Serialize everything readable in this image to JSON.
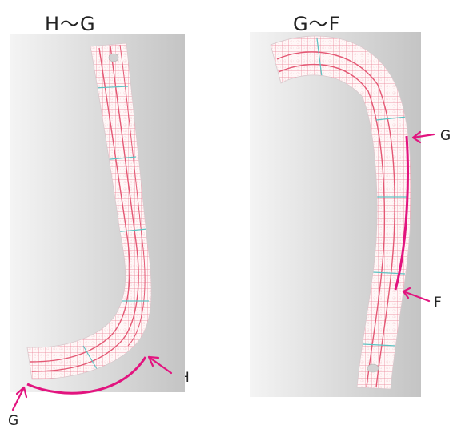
{
  "panels": [
    {
      "title": "H〜G",
      "labels": {
        "start": "H",
        "end": "G"
      }
    },
    {
      "title": "G〜F",
      "labels": {
        "start": "G",
        "end": "F"
      }
    }
  ],
  "colors": {
    "highlight": "#e2147f",
    "grid_red": "#e86b83",
    "grid_teal": "#62c4c4",
    "ruler_bg": "#fff6f6",
    "paper_light": "#f3f3f3",
    "paper_dark": "#c5c5c5"
  }
}
